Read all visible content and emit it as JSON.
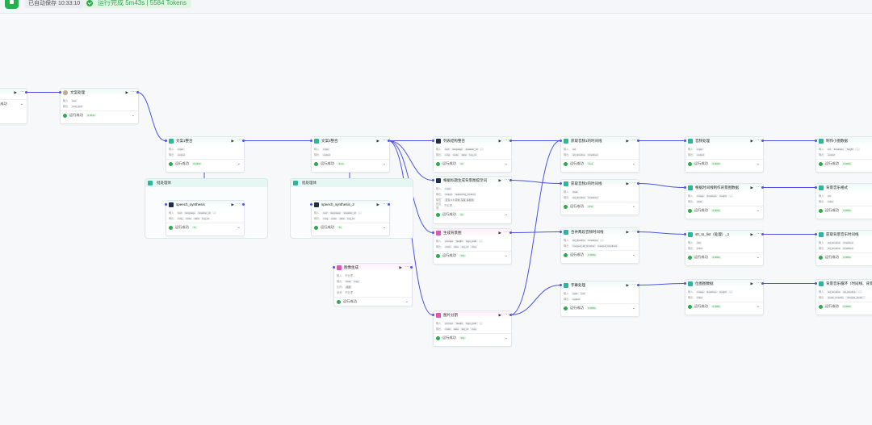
{
  "header": {
    "autosave": "已自动保存 10:33:10",
    "run_status": "运行完成 5m43s | 5584 Tokens"
  },
  "colors": {
    "edge": "#4d53e8",
    "success": "#2faa4c",
    "accent_teal": "#2fb59a"
  },
  "status": {
    "success": "运行成功"
  },
  "groups": [
    {
      "id": "g1",
      "title": "批处理体"
    },
    {
      "id": "g2",
      "title": "批处理体"
    }
  ],
  "nodes": [
    {
      "id": "n0",
      "title": "",
      "icon": "",
      "rows": [],
      "badge": ""
    },
    {
      "id": "n1",
      "title": "文案处理",
      "icon": "avatar",
      "rows": [
        {
          "label": "输入",
          "tags": [
            "text"
          ]
        },
        {
          "label": "输出",
          "tags": [
            "new_text"
          ]
        }
      ],
      "badge": "0.001s"
    },
    {
      "id": "n2",
      "title": "文案1整合",
      "icon": "teal",
      "rows": [
        {
          "label": "输入",
          "tags": [
            "input"
          ]
        },
        {
          "label": "输出",
          "tags": [
            "output"
          ]
        }
      ],
      "badge": "0.010s"
    },
    {
      "id": "n3",
      "title": "speech_synthesis",
      "icon": "dark",
      "rows": [
        {
          "label": "输入",
          "tags": [
            "text",
            "language",
            "speaker_id",
            "..."
          ]
        },
        {
          "label": "输出",
          "tags": [
            "msg",
            "code",
            "data",
            "log_id"
          ]
        }
      ],
      "badge": "7s"
    },
    {
      "id": "n4",
      "title": "文案2整合",
      "icon": "teal",
      "rows": [
        {
          "label": "输入",
          "tags": [
            "input"
          ]
        },
        {
          "label": "输出",
          "tags": [
            "output"
          ]
        }
      ],
      "badge": "3ms"
    },
    {
      "id": "n5",
      "title": "speech_synthesis_2",
      "icon": "dark",
      "rows": [
        {
          "label": "输入",
          "tags": [
            "text",
            "language",
            "speaker_id",
            "..."
          ]
        },
        {
          "label": "输出",
          "tags": [
            "msg",
            "code",
            "data",
            "log_id"
          ]
        }
      ],
      "badge": "7s"
    },
    {
      "id": "n6",
      "title": "列表结构整合",
      "icon": "dark",
      "rows": [
        {
          "label": "输入",
          "tags": [
            "text",
            "language",
            "speaker_id",
            "..."
          ]
        },
        {
          "label": "输出",
          "tags": [
            "msg",
            "code",
            "data",
            "log_id"
          ]
        }
      ],
      "badge": "1s"
    },
    {
      "id": "n7",
      "title": "根据标题生成背景图提示词",
      "icon": "dark",
      "rows": [
        {
          "label": "输入",
          "tags": [
            "input"
          ]
        },
        {
          "label": "输出",
          "tags": [
            "output",
            "reasoning_content"
          ]
        },
        {
          "label": "模型",
          "tags": [
            "豆包·1.6·思考·深度·多模态"
          ]
        },
        {
          "label": "批处理",
          "text": "不处理..."
        }
      ],
      "badge": "0s"
    },
    {
      "id": "n8",
      "title": "生成背景图",
      "icon": "pinkic",
      "rows": [
        {
          "label": "输入",
          "tags": [
            "prompt",
            "height",
            "logo_path",
            "..."
          ]
        },
        {
          "label": "输出",
          "tags": [
            "code",
            "data",
            "log_id",
            "msg"
          ]
        }
      ],
      "badge": "16s"
    },
    {
      "id": "n9",
      "title": "图像生成",
      "icon": "pinkic",
      "rows": [
        {
          "label": "输入",
          "text": "不处理..."
        },
        {
          "label": "输出",
          "tags": [
            "data",
            "msg"
          ]
        },
        {
          "label": "比例",
          "tags": [
            "横屏"
          ]
        },
        {
          "label": "参考",
          "text": "不处理..."
        }
      ],
      "badge": ""
    },
    {
      "id": "n10",
      "title": "图片分割",
      "icon": "pinkic",
      "rows": [
        {
          "label": "输入",
          "tags": [
            "prompt",
            "height",
            "logo_path",
            "..."
          ]
        },
        {
          "label": "输出",
          "tags": [
            "code",
            "data",
            "log_id",
            "msg"
          ]
        }
      ],
      "badge": "16s"
    },
    {
      "id": "n11",
      "title": "获取音频1的时间线",
      "icon": "teal",
      "rows": [
        {
          "label": "输入",
          "tags": [
            "url"
          ]
        },
        {
          "label": "输出",
          "tags": [
            "all_timeline",
            "timelines"
          ]
        }
      ],
      "badge": "1ms"
    },
    {
      "id": "n12",
      "title": "获取音频2的时间线",
      "icon": "teal",
      "rows": [
        {
          "label": "输入",
          "tags": [
            "data"
          ]
        },
        {
          "label": "输出",
          "tags": [
            "all_timeline",
            "timelines"
          ]
        }
      ],
      "badge": "1ms"
    },
    {
      "id": "n13",
      "title": "合并两段音频时间线",
      "icon": "teal",
      "rows": [
        {
          "label": "输入",
          "tags": [
            "all_timeline",
            "timelines",
            "..."
          ]
        },
        {
          "label": "输出",
          "tags": [
            "merged_all_timeline",
            "merged_timelines"
          ]
        }
      ],
      "badge": "0.009s"
    },
    {
      "id": "n14",
      "title": "字幕处理",
      "icon": "teal",
      "rows": [
        {
          "label": "输入",
          "tags": [
            "start",
            "end"
          ]
        },
        {
          "label": "输出",
          "tags": [
            "output"
          ]
        }
      ],
      "badge": "0.005s"
    },
    {
      "id": "n15",
      "title": "音频处理",
      "icon": "teal",
      "rows": [
        {
          "label": "输入",
          "tags": [
            "input"
          ]
        },
        {
          "label": "输出",
          "tags": [
            "output"
          ]
        }
      ],
      "badge": "0.009s"
    },
    {
      "id": "n16",
      "title": "根据时间线制作背景图数据",
      "icon": "teal",
      "rows": [
        {
          "label": "输入",
          "tags": [
            "image",
            "timelines",
            "height",
            "..."
          ]
        },
        {
          "label": "输出",
          "tags": [
            "data"
          ]
        }
      ],
      "badge": "0.009s"
    },
    {
      "id": "n17",
      "title": "str_to_list（处理）_1",
      "icon": "teal",
      "rows": [
        {
          "label": "输入",
          "tags": [
            "obj"
          ]
        },
        {
          "label": "输出",
          "tags": [
            "infos"
          ]
        }
      ],
      "badge": "0.008s"
    },
    {
      "id": "n18",
      "title": "位图图数据",
      "icon": "teal",
      "rows": [
        {
          "label": "输入",
          "tags": [
            "image",
            "timelines",
            "height",
            "..."
          ]
        },
        {
          "label": "输出",
          "tags": [
            "infos"
          ]
        }
      ],
      "badge": "0.008s"
    },
    {
      "id": "n19",
      "title": "制作小图数据",
      "icon": "teal",
      "rows": [
        {
          "label": "输入",
          "tags": [
            "url",
            "timelines",
            "height",
            "..."
          ]
        },
        {
          "label": "输出",
          "tags": [
            "output"
          ]
        }
      ],
      "badge": "0.009s"
    },
    {
      "id": "n20",
      "title": "背景音乐格式",
      "icon": "teal",
      "rows": [
        {
          "label": "输入",
          "tags": [
            "url"
          ]
        },
        {
          "label": "输出",
          "tags": [
            "infos"
          ]
        }
      ],
      "badge": "0.005s"
    },
    {
      "id": "n21",
      "title": "获取背景音乐时间线",
      "icon": "teal",
      "rows": [
        {
          "label": "输入",
          "tags": [
            "all_timeline",
            "timelines"
          ]
        },
        {
          "label": "输出",
          "tags": [
            "all_timeline",
            "timelines"
          ]
        }
      ],
      "badge": "0.005s"
    },
    {
      "id": "n22",
      "title": "背景音乐循环（时间线、背景...",
      "icon": "teal",
      "rows": [
        {
          "label": "输入",
          "tags": [
            "all_timeline",
            "all_timeline",
            "..."
          ]
        },
        {
          "label": "输出",
          "tags": [
            "audio_timeline",
            "merged_audio..."
          ]
        }
      ],
      "badge": "0.005s"
    }
  ]
}
